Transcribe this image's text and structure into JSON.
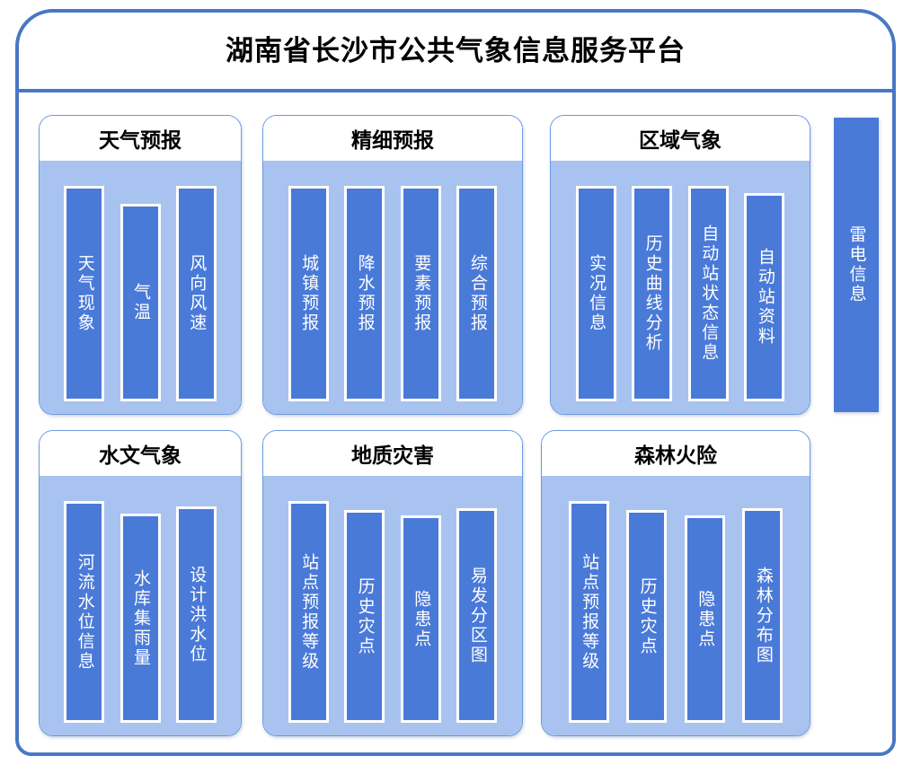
{
  "header": {
    "title": "湖南省长沙市公共气象信息服务平台"
  },
  "colors": {
    "frame_border": "#4a77c4",
    "panel_border": "#6d9ae0",
    "panel_body_bg": "#a8c3ef",
    "item_bar_bg": "#4a7ad8",
    "item_bar_text": "#ffffff",
    "title_text": "#000000",
    "page_bg": "#ffffff"
  },
  "panels": [
    {
      "id": "weather-forecast",
      "title": "天气预报",
      "items": [
        {
          "label": "天气现象"
        },
        {
          "label": "气温"
        },
        {
          "label": "风向风速"
        }
      ]
    },
    {
      "id": "fine-forecast",
      "title": "精细预报",
      "items": [
        {
          "label": "城镇预报"
        },
        {
          "label": "降水预报"
        },
        {
          "label": "要素预报"
        },
        {
          "label": "综合预报"
        }
      ]
    },
    {
      "id": "regional-meteorology",
      "title": "区域气象",
      "items": [
        {
          "label": "实况信息"
        },
        {
          "label": "历史曲线分析"
        },
        {
          "label": "自动站状态信息"
        },
        {
          "label": "自动站资料"
        }
      ]
    },
    {
      "id": "hydro-meteorology",
      "title": "水文气象",
      "items": [
        {
          "label": "河流水位信息"
        },
        {
          "label": "水库集雨量"
        },
        {
          "label": "设计洪水位"
        }
      ]
    },
    {
      "id": "geological-disaster",
      "title": "地质灾害",
      "items": [
        {
          "label": "站点预报等级"
        },
        {
          "label": "历史灾点"
        },
        {
          "label": "隐患点"
        },
        {
          "label": "易发分区图"
        }
      ]
    },
    {
      "id": "forest-fire-risk",
      "title": "森林火险",
      "items": [
        {
          "label": "站点预报等级"
        },
        {
          "label": "历史灾点"
        },
        {
          "label": "隐患点"
        },
        {
          "label": "森林分布图"
        }
      ]
    }
  ],
  "side_bar": {
    "id": "lightning-info",
    "label": "雷电信息"
  }
}
